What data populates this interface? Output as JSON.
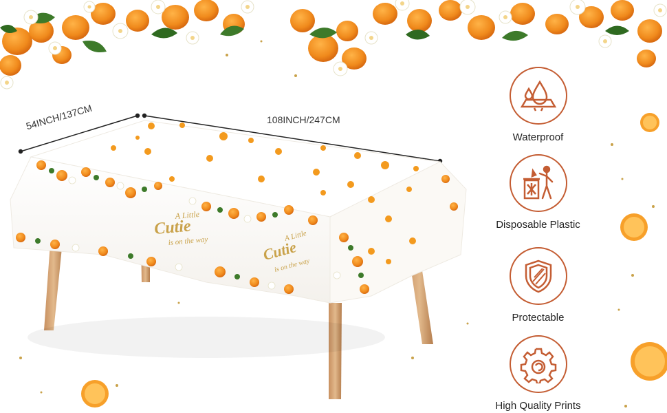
{
  "dimensions": {
    "width_label": "54INCH/137CM",
    "length_label": "108INCH/247CM"
  },
  "tablecloth": {
    "text_line1": "A Little",
    "text_line2": "Cutie",
    "text_line3": "is on the way"
  },
  "features": [
    {
      "label": "Waterproof",
      "icon": "water-drop-icon"
    },
    {
      "label": "Disposable Plastic",
      "icon": "trash-bin-icon"
    },
    {
      "label": "Protectable",
      "icon": "shield-icon"
    },
    {
      "label": "High Quality Prints",
      "icon": "gear-icon"
    }
  ],
  "colors": {
    "accent": "#c45d33",
    "orange": "#f39a1e",
    "gold": "#c9a24a",
    "leaf": "#3d7a2a",
    "wood": "#d2a679"
  }
}
